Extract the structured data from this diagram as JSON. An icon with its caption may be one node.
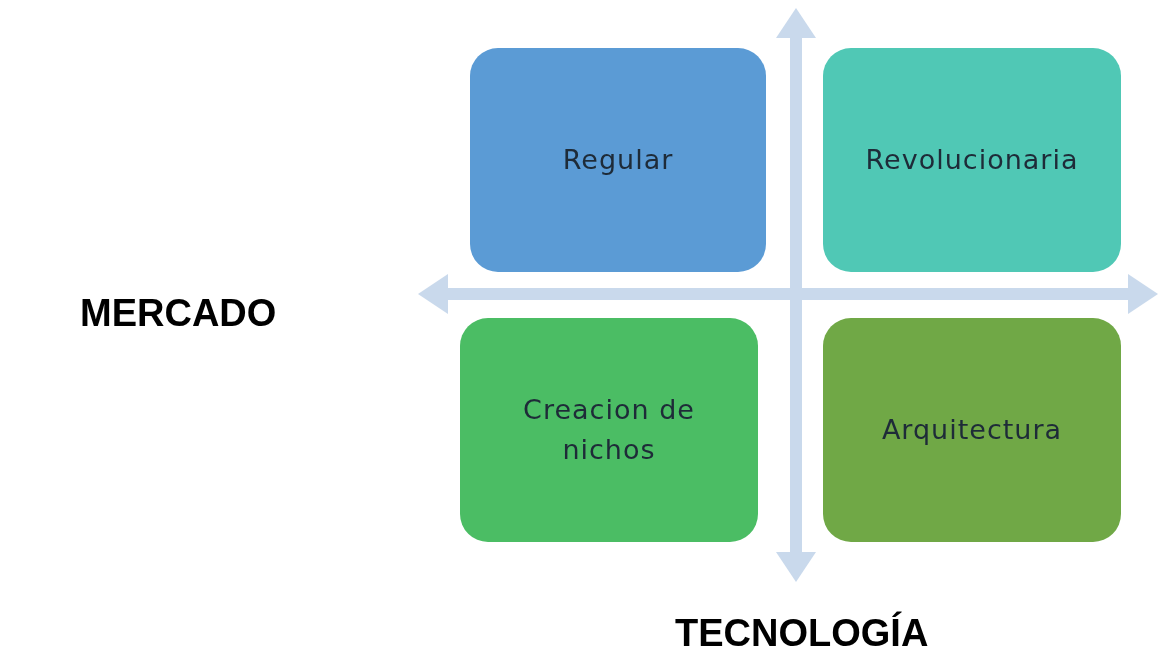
{
  "diagram": {
    "nodes": [
      {
        "text": [
          "Regular"
        ]
      },
      {
        "text": [
          "Revolucionaria"
        ]
      },
      {
        "text": [
          "Creacion de nichos"
        ]
      },
      {
        "text": [
          "Arquitectura"
        ]
      }
    ],
    "labels": [
      "MERCADO",
      "TECNOLOGÍA"
    ]
  }
}
